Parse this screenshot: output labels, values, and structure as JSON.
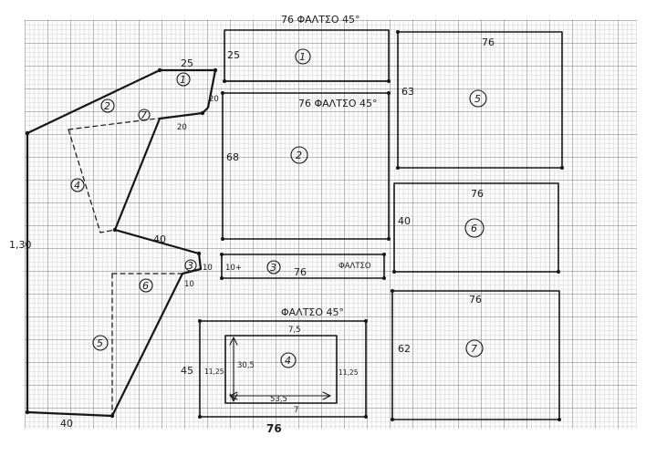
{
  "piece_numbers": {
    "p1": "1",
    "p2": "2",
    "p3": "3",
    "p4": "4",
    "p5": "5",
    "p6": "6",
    "p7": "7"
  },
  "left_profile": {
    "dim_top": "25",
    "dim_20_right": "20",
    "dim_20_inner": "20",
    "dim_40_mid": "40",
    "dim_10": "10",
    "dim_10_lower": "10",
    "dim_130": "1,30",
    "dim_40_bottom": "40"
  },
  "board1": {
    "header": "76 ΦΑΛΤΣΟ 45°",
    "side": "25"
  },
  "board2": {
    "header": "76 ΦΑΛΤΣΟ 45°",
    "side": "68"
  },
  "board3": {
    "side": "10+",
    "width": "76",
    "note": "ΦΑΛΤΣΟ"
  },
  "frame4": {
    "header": "ΦΑΛΤΣΟ 45°",
    "inner_top": "7,5",
    "side": "45",
    "left_inner": "11,25",
    "right_inner": "11,25",
    "height_inner": "30,5",
    "width_inner": "53,5",
    "inner_bottom": "7",
    "bottom": "76"
  },
  "board5": {
    "top": "76",
    "side": "63"
  },
  "board6": {
    "top": "76",
    "side": "40"
  },
  "board7": {
    "top": "76",
    "side": "62"
  }
}
